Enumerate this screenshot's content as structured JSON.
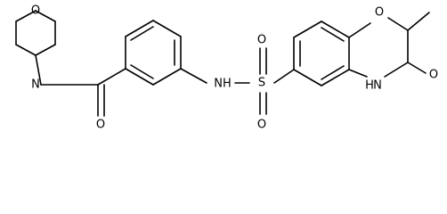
{
  "diagram_type": "chemical-structure",
  "atoms": [
    {
      "id": "o_morpholine",
      "element": "O",
      "label": "O"
    },
    {
      "id": "n_morpholine",
      "element": "N",
      "label": "N"
    },
    {
      "id": "o_carbonyl",
      "element": "O",
      "label": "O"
    },
    {
      "id": "n_sulfonamide",
      "element": "NH",
      "label": "NH"
    },
    {
      "id": "s_sulfonyl",
      "element": "S",
      "label": "S"
    },
    {
      "id": "o_sulfonyl_top",
      "element": "O",
      "label": "O"
    },
    {
      "id": "o_sulfonyl_bottom",
      "element": "O",
      "label": "O"
    },
    {
      "id": "o_ring",
      "element": "O",
      "label": "O"
    },
    {
      "id": "nh_lactam",
      "element": "H",
      "label": "H"
    },
    {
      "id": "n_lactam",
      "element": "N",
      "label": "N"
    },
    {
      "id": "o_lactam",
      "element": "O",
      "label": "O"
    }
  ]
}
